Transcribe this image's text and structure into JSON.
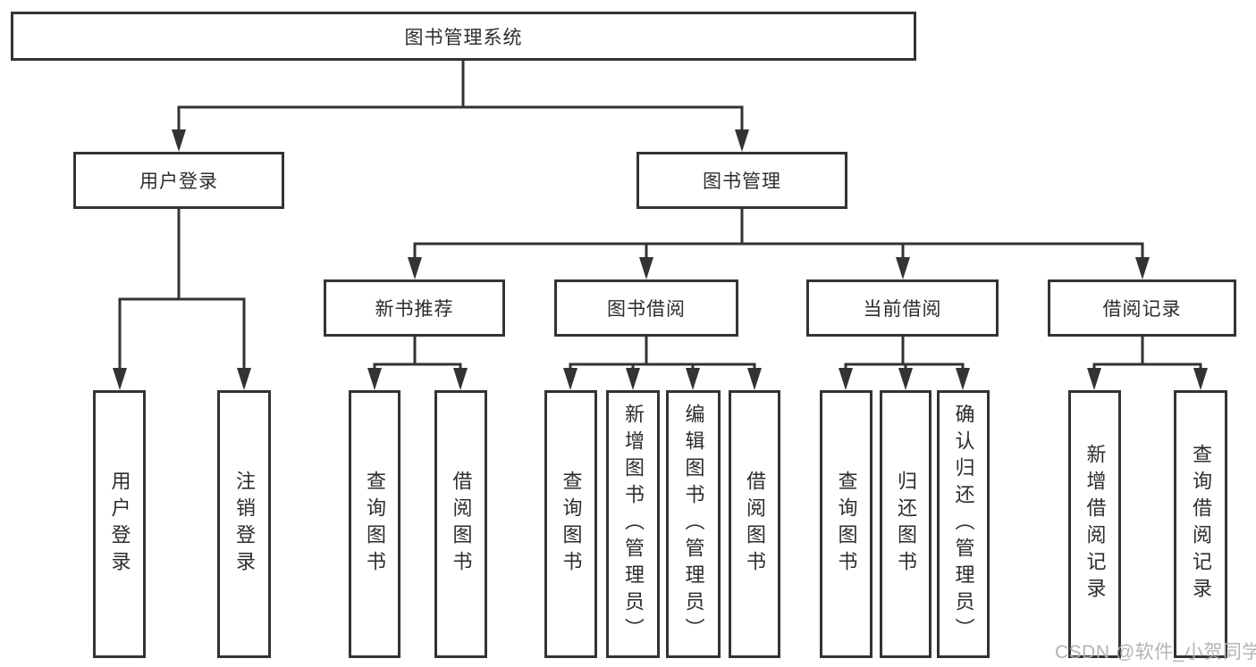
{
  "diagram_type": "hierarchy-tree",
  "colors": {
    "line": "#333333",
    "box_border": "#333333",
    "text": "#2d2d2d",
    "background": "#ffffff",
    "watermark": "#b0b0b0"
  },
  "watermark": {
    "text": "CSDN @软件_小贺同学"
  },
  "nodes": {
    "root": {
      "label": "图书管理系统"
    },
    "level2": [
      {
        "label": "用户登录"
      },
      {
        "label": "图书管理"
      }
    ],
    "level3": [
      {
        "label": "新书推荐",
        "parent": "图书管理"
      },
      {
        "label": "图书借阅",
        "parent": "图书管理"
      },
      {
        "label": "当前借阅",
        "parent": "图书管理"
      },
      {
        "label": "借阅记录",
        "parent": "图书管理"
      }
    ],
    "leaves": [
      {
        "label": "用户登录",
        "parent": "用户登录"
      },
      {
        "label": "注销登录",
        "parent": "用户登录"
      },
      {
        "label": "查询图书",
        "parent": "新书推荐"
      },
      {
        "label": "借阅图书",
        "parent": "新书推荐"
      },
      {
        "label": "查询图书",
        "parent": "图书借阅"
      },
      {
        "label": "新增图书（管理员）",
        "parent": "图书借阅"
      },
      {
        "label": "编辑图书（管理员）",
        "parent": "图书借阅"
      },
      {
        "label": "借阅图书",
        "parent": "图书借阅"
      },
      {
        "label": "查询图书",
        "parent": "当前借阅"
      },
      {
        "label": "归还图书",
        "parent": "当前借阅"
      },
      {
        "label": "确认归还（管理员）",
        "parent": "当前借阅"
      },
      {
        "label": "新增借阅记录",
        "parent": "借阅记录"
      },
      {
        "label": "查询借阅记录",
        "parent": "借阅记录"
      }
    ]
  }
}
